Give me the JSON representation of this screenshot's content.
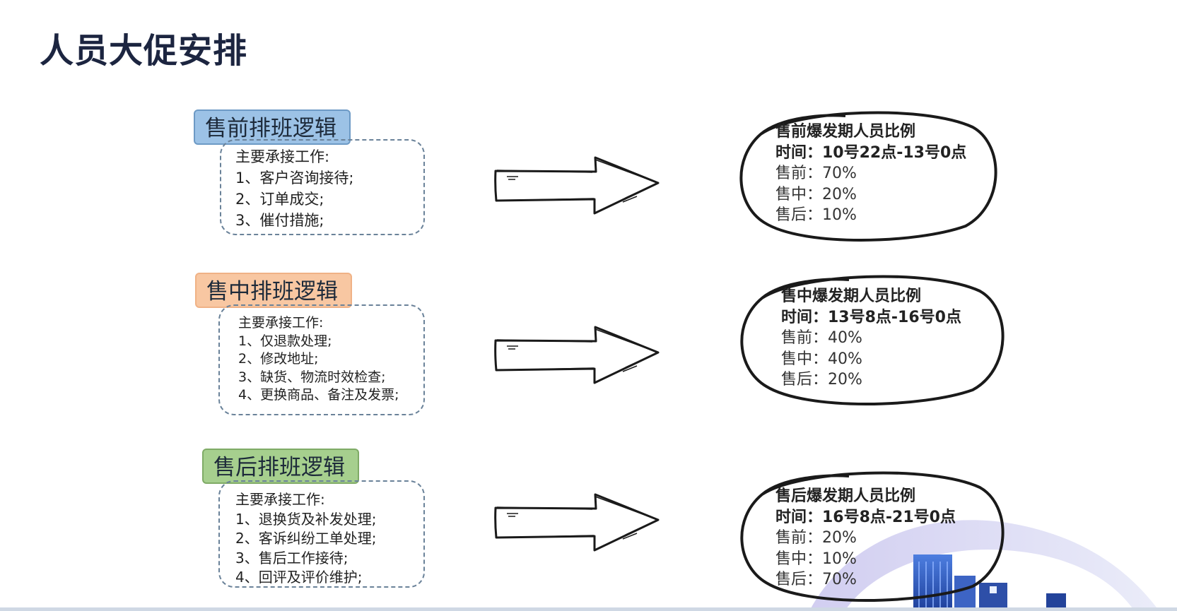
{
  "title": "人员大促安排",
  "groups": [
    {
      "tag": "售前排班逻辑",
      "color": "#9cc2e6",
      "lines": [
        "主要承接工作:",
        "1、客户咨询接待;",
        "2、订单成交;",
        "3、催付措施;"
      ],
      "ratio": {
        "heading": "售前爆发期人员比例",
        "time": "时间：10号22点-13号0点",
        "rows": [
          "售前：70%",
          "售中：20%",
          "售后：10%"
        ]
      }
    },
    {
      "tag": "售中排班逻辑",
      "color": "#f8c7a2",
      "lines": [
        "主要承接工作:",
        "1、仅退款处理;",
        "2、修改地址;",
        "3、缺货、物流时效检查;",
        "4、更换商品、备注及发票;"
      ],
      "ratio": {
        "heading": "售中爆发期人员比例",
        "time": "时间：13号8点-16号0点",
        "rows": [
          "售前：40%",
          "售中：40%",
          "售后：20%"
        ]
      }
    },
    {
      "tag": "售后排班逻辑",
      "color": "#a6cf8e",
      "lines": [
        "主要承接工作:",
        "1、退换货及补发处理;",
        "2、客诉纠纷工单处理;",
        "3、售后工作接待;",
        "4、回评及评价维护;"
      ],
      "ratio": {
        "heading": "售后爆发期人员比例",
        "time": "时间：16号8点-21号0点",
        "rows": [
          "售前：20%",
          "售中：10%",
          "售后：70%"
        ]
      }
    }
  ]
}
